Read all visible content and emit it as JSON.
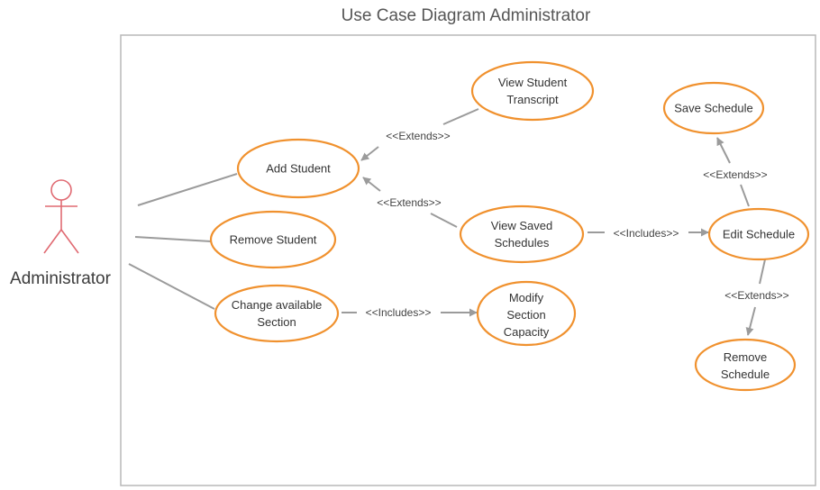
{
  "diagram": {
    "title": "Use Case Diagram Administrator",
    "actor": {
      "label": "Administrator",
      "color": "#e06a72"
    },
    "use_cases": {
      "add_student": [
        "Add Student"
      ],
      "remove_student": [
        "Remove Student"
      ],
      "change_section": [
        "Change available",
        "Section"
      ],
      "modify_capacity": [
        "Modify",
        "Section",
        "Capacity"
      ],
      "view_transcript": [
        "View Student",
        "Transcript"
      ],
      "view_saved": [
        "View Saved",
        "Schedules"
      ],
      "save_schedule": [
        "Save Schedule"
      ],
      "edit_schedule": [
        "Edit Schedule"
      ],
      "remove_schedule": [
        "Remove",
        "Schedule"
      ]
    },
    "relationships": {
      "transcript_extends_add": "<<Extends>>",
      "saved_extends_add": "<<Extends>>",
      "saved_includes_edit": "<<Includes>>",
      "edit_extends_save": "<<Extends>>",
      "edit_extends_remove": "<<Extends>>",
      "change_includes_modify": "<<Includes>>"
    },
    "colors": {
      "use_case_border": "#f0912e",
      "edge": "#9b9b9b",
      "boundary": "#b8b8b8"
    }
  }
}
